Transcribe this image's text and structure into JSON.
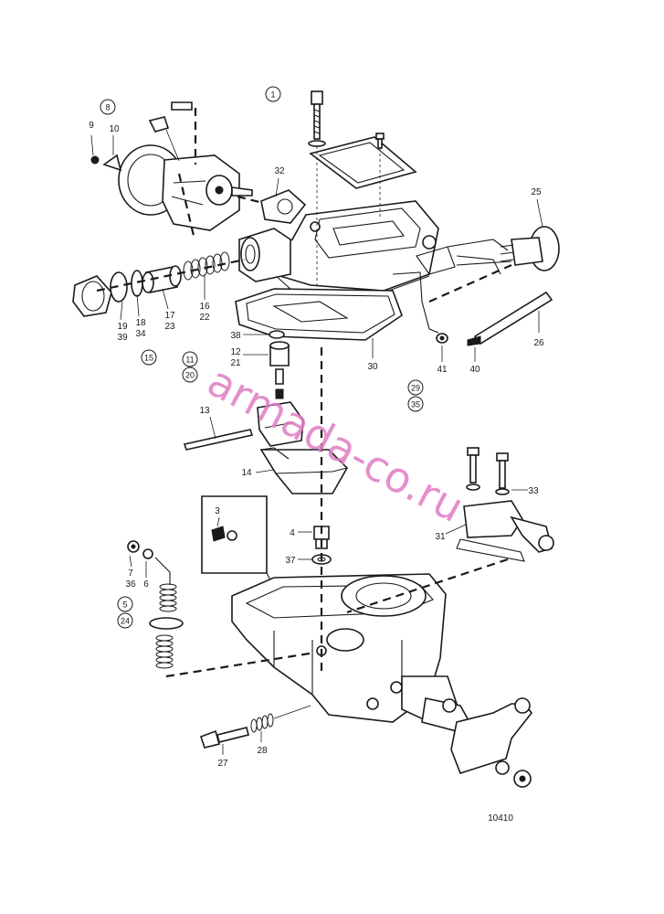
{
  "watermark": "armada-co.ru",
  "figure_number": "10410",
  "labels": {
    "l1": "1",
    "l8": "8",
    "l9": "9",
    "l10": "10",
    "l32": "32",
    "l25": "25",
    "l19": "19",
    "l39": "39",
    "l18": "18",
    "l34": "34",
    "l17": "17",
    "l23": "23",
    "l16": "16",
    "l22": "22",
    "l15": "15",
    "l38": "38",
    "l12": "12",
    "l21": "21",
    "l11": "11",
    "l20": "20",
    "l30": "30",
    "l41": "41",
    "l40": "40",
    "l26": "26",
    "l29": "29",
    "l35": "35",
    "l13": "13",
    "l14": "14",
    "l3": "3",
    "l4": "4",
    "l37": "37",
    "l33": "33",
    "l31": "31",
    "l7": "7",
    "l36": "36",
    "l6": "6",
    "l5": "5",
    "l24": "24",
    "l27": "27",
    "l28": "28"
  }
}
